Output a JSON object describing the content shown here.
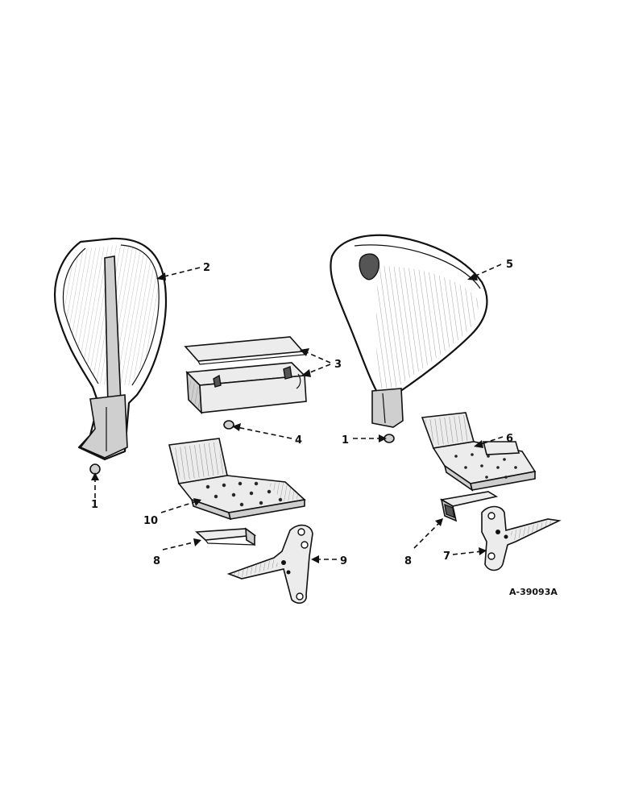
{
  "figure": {
    "callouts": [
      {
        "id": "c1a",
        "text": "1"
      },
      {
        "id": "c2",
        "text": "2"
      },
      {
        "id": "c3",
        "text": "3"
      },
      {
        "id": "c4",
        "text": "4"
      },
      {
        "id": "c1b",
        "text": "1"
      },
      {
        "id": "c5",
        "text": "5"
      },
      {
        "id": "c6",
        "text": "6"
      },
      {
        "id": "c10",
        "text": "10"
      },
      {
        "id": "c8a",
        "text": "8"
      },
      {
        "id": "c9",
        "text": "9"
      },
      {
        "id": "c8b",
        "text": "8"
      },
      {
        "id": "c7",
        "text": "7"
      }
    ],
    "reference_code": "A-39093A"
  }
}
